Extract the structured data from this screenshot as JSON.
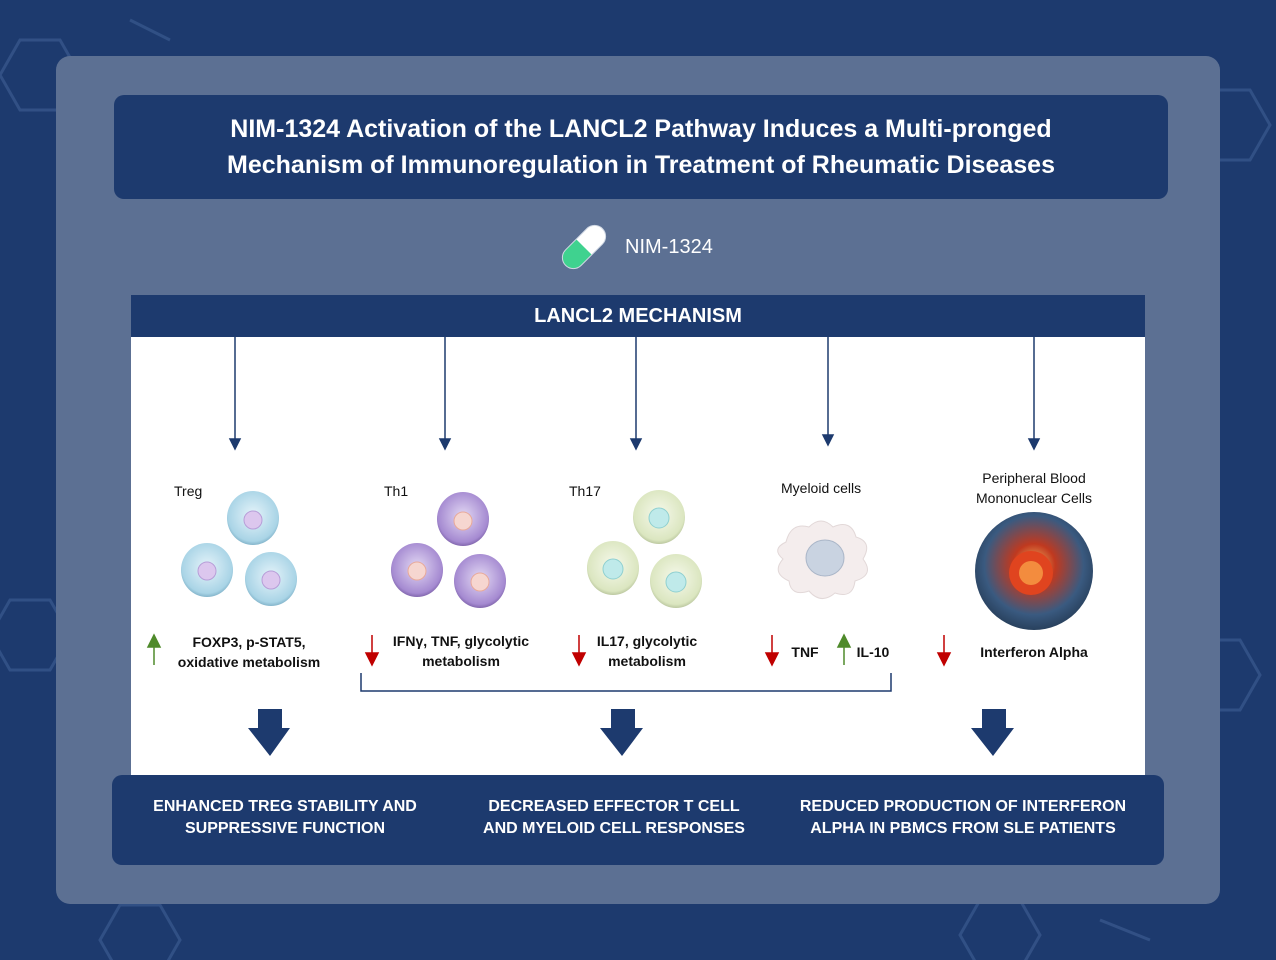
{
  "title": {
    "line1": "NIM-1324 Activation of the LANCL2 Pathway Induces a Multi-pronged",
    "line2": "Mechanism of Immunoregulation in Treatment of Rheumatic Diseases"
  },
  "drug": {
    "label": "NIM-1324",
    "icon": "capsule-icon"
  },
  "mechanism": {
    "header": "LANCL2 MECHANISM"
  },
  "cells": [
    {
      "name": "Treg",
      "color": "#a9d4e6"
    },
    {
      "name": "Th1",
      "color": "#a58ad1"
    },
    {
      "name": "Th17",
      "color": "#dbe6c0"
    },
    {
      "name": "Myeloid cells",
      "color": "#f4eded"
    },
    {
      "name_line1": "Peripheral Blood",
      "name_line2": "Mononuclear Cells",
      "color": "#c0391f"
    }
  ],
  "effects": {
    "treg": {
      "line1": "FOXP3, p-STAT5,",
      "line2": "oxidative metabolism",
      "direction": "up"
    },
    "th1": {
      "line1": "IFNγ, TNF, glycolytic",
      "line2": "metabolism",
      "direction": "down"
    },
    "th17": {
      "line1": "IL17, glycolytic",
      "line2": "metabolism",
      "direction": "down"
    },
    "myeloid_tnf": {
      "text": "TNF",
      "direction": "down"
    },
    "myeloid_il10": {
      "text": "IL-10",
      "direction": "up"
    },
    "pbmc": {
      "text": "Interferon Alpha",
      "direction": "down"
    }
  },
  "outcomes": [
    {
      "line1": "ENHANCED TREG STABILITY AND",
      "line2": "SUPPRESSIVE FUNCTION"
    },
    {
      "line1": "DECREASED EFFECTOR T CELL",
      "line2": "AND MYELOID CELL RESPONSES"
    },
    {
      "line1": "REDUCED PRODUCTION OF INTERFERON",
      "line2": "ALPHA IN PBMCS FROM SLE PATIENTS"
    }
  ],
  "colors": {
    "navy": "#1d3a6e",
    "panel": "#5c7093",
    "up_arrow": "#4f8a2b",
    "down_arrow": "#c00000"
  }
}
